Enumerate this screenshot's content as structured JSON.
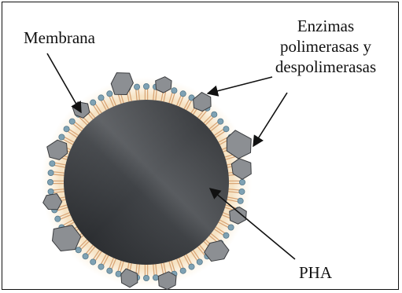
{
  "labels": {
    "membrane": "Membrana",
    "enzymes_line1": "Enzimas",
    "enzymes_line2": "polimerasas y",
    "enzymes_line3": "despolimerasas",
    "core": "PHA"
  },
  "colors": {
    "core_dark": "#2b2d30",
    "core_light": "#5e6165",
    "lipid_tail": "#d9a677",
    "lipid_head": "#7fa2b4",
    "halo": "#f2dcb6",
    "enzyme_fill": "#8c8f93",
    "enzyme_stroke": "#3a3c3f"
  }
}
